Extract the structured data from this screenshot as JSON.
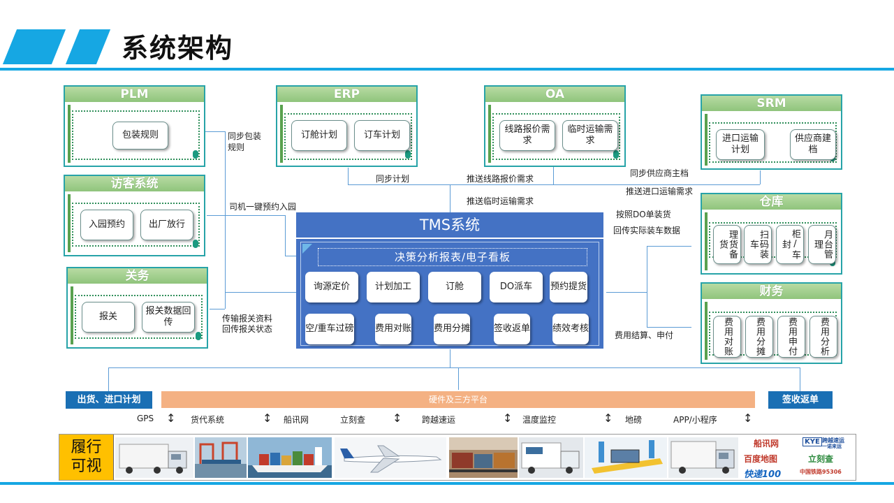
{
  "header": {
    "title": "系统架构"
  },
  "systems": {
    "plm": {
      "title": "PLM",
      "nodes": [
        "包装规则"
      ]
    },
    "visitor": {
      "title": "访客系统",
      "nodes": [
        "入园预约",
        "出厂放行"
      ]
    },
    "customs": {
      "title": "关务",
      "nodes": [
        "报关",
        "报关数据回传"
      ]
    },
    "erp": {
      "title": "ERP",
      "nodes": [
        "订舱计划",
        "订车计划"
      ]
    },
    "oa": {
      "title": "OA",
      "nodes": [
        "线路报价需求",
        "临时运输需求"
      ]
    },
    "srm": {
      "title": "SRM",
      "nodes": [
        "进口运输计划",
        "供应商建档"
      ]
    },
    "warehouse": {
      "title": "仓库",
      "nodes": [
        "理货备货",
        "扫码装车",
        "柜/车封",
        "月台管理"
      ]
    },
    "finance": {
      "title": "财务",
      "nodes": [
        "费用对账",
        "费用分摊",
        "费用申付",
        "费用分析"
      ]
    }
  },
  "tms": {
    "title": "TMS系统",
    "banner": "决策分析报表/电子看板",
    "row1": [
      "询源定价",
      "计划加工",
      "订舱",
      "DO派车",
      "预约提货"
    ],
    "row2": [
      "空/重车过磅",
      "费用对账",
      "费用分摊",
      "签收返单",
      "绩效考核"
    ]
  },
  "flows": {
    "sync_packaging": "同步包装规则",
    "driver_booking": "司机一键预约入园",
    "customs_data": "传输报关资料",
    "customs_status": "回传报关状态",
    "sync_plan": "同步计划",
    "push_quote": "推送线路报价需求",
    "push_temp": "推送临时运输需求",
    "sync_supplier": "同步供应商主档",
    "push_import": "推送进口运输需求",
    "do_loading": "按照DO单装货",
    "loading_data": "回传实际装车数据",
    "settle": "费用结算、申付"
  },
  "bottom": {
    "left_button": "出货、进口计划",
    "right_button": "签收返单",
    "platform": "硬件及三方平台",
    "items": [
      "GPS",
      "货代系统",
      "船讯网",
      "立刻查",
      "跨越速运",
      "温度监控",
      "地磅",
      "APP/小程序"
    ]
  },
  "strip": {
    "label": "履行可视",
    "logos": [
      "船讯网",
      "KYE",
      "跨越速运",
      "一诺来运",
      "百度地图",
      "立刻查",
      "快递100",
      "中国铁路95306"
    ]
  },
  "colors": {
    "accent": "#16a7e3",
    "tms": "#4472c4",
    "platform": "#f4b183",
    "highlight": "#ffc000"
  }
}
